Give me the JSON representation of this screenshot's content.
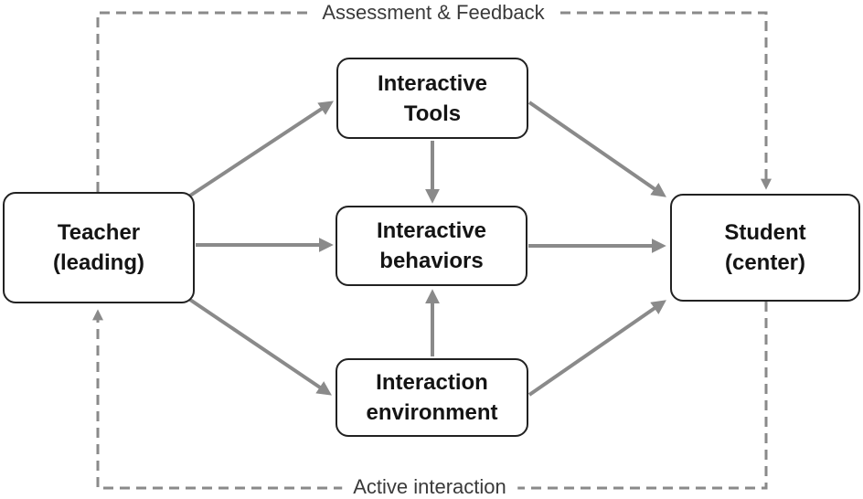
{
  "diagram": {
    "nodes": {
      "teacher": {
        "lines": [
          "Teacher",
          "(leading)"
        ]
      },
      "tools": {
        "lines": [
          "Interactive",
          "Tools"
        ]
      },
      "behaviors": {
        "lines": [
          "Interactive",
          "behaviors"
        ]
      },
      "environment": {
        "lines": [
          "Interaction",
          "environment"
        ]
      },
      "student": {
        "lines": [
          "Student",
          "(center)"
        ]
      }
    },
    "loop_labels": {
      "top": "Assessment & Feedback",
      "bottom": "Active interaction"
    },
    "edges": [
      {
        "from": "teacher",
        "to": "tools",
        "style": "solid"
      },
      {
        "from": "teacher",
        "to": "behaviors",
        "style": "solid"
      },
      {
        "from": "teacher",
        "to": "environment",
        "style": "solid"
      },
      {
        "from": "tools",
        "to": "behaviors",
        "style": "solid"
      },
      {
        "from": "tools",
        "to": "student",
        "style": "solid"
      },
      {
        "from": "behaviors",
        "to": "student",
        "style": "solid"
      },
      {
        "from": "environment",
        "to": "behaviors",
        "style": "solid"
      },
      {
        "from": "environment",
        "to": "student",
        "style": "solid"
      },
      {
        "from": "teacher",
        "to": "student",
        "style": "dashed",
        "route": "top",
        "label": "Assessment & Feedback"
      },
      {
        "from": "student",
        "to": "teacher",
        "style": "dashed",
        "route": "bottom",
        "label": "Active interaction"
      }
    ],
    "colors": {
      "arrow_gray": "#8a8a8a",
      "dashed_gray": "#8a8a8a",
      "box_border": "#212121",
      "box_fill": "#ffffff",
      "node_text": "#141414",
      "label_text": "#3a3a3a",
      "background": "#ffffff"
    }
  }
}
